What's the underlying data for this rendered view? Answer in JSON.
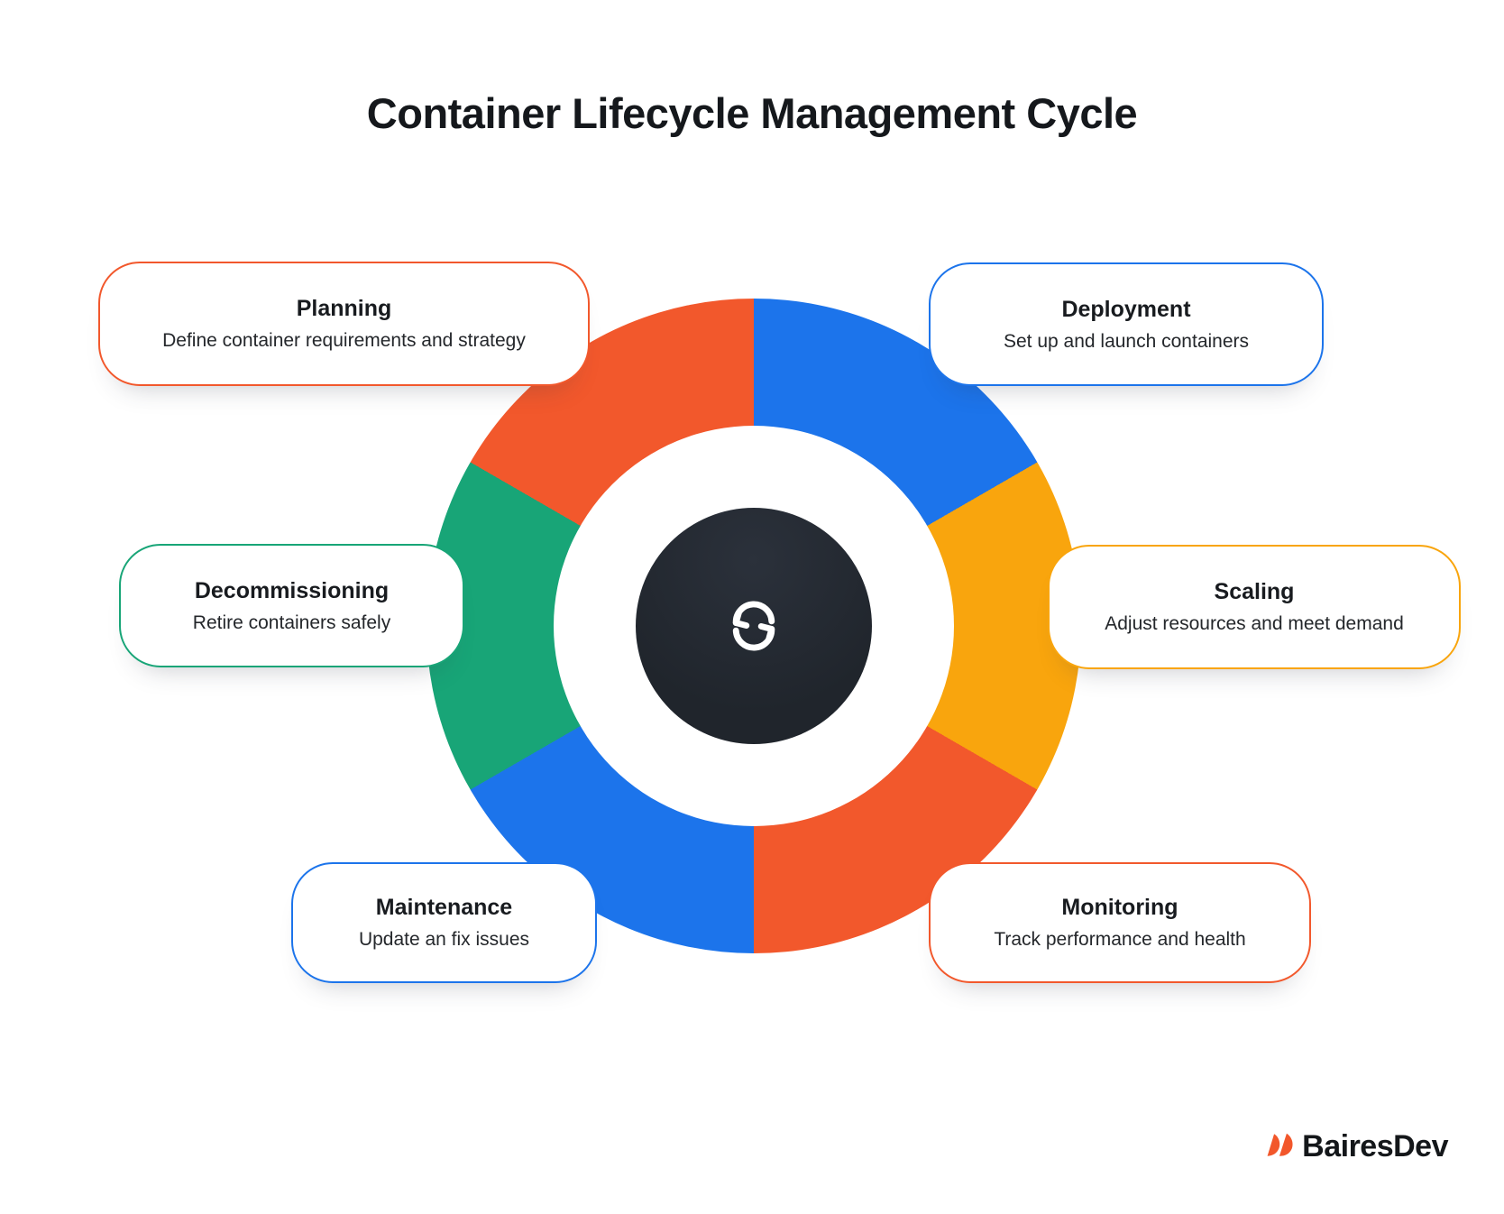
{
  "page": {
    "title": "Container Lifecycle Management Cycle",
    "background": "#FFFFFF"
  },
  "cycle": {
    "type": "circular-cycle",
    "hub_color": "#232830",
    "hub_icon": "sync-arrows-icon",
    "segments": [
      {
        "stage": "Deployment",
        "color": "#1C74EB",
        "start_deg": 0,
        "end_deg": 60
      },
      {
        "stage": "Scaling",
        "color": "#F9A50D",
        "start_deg": 60,
        "end_deg": 120
      },
      {
        "stage": "Monitoring",
        "color": "#F2582C",
        "start_deg": 120,
        "end_deg": 180
      },
      {
        "stage": "Maintenance",
        "color": "#1C74EB",
        "start_deg": 180,
        "end_deg": 240
      },
      {
        "stage": "Decommissioning",
        "color": "#18A577",
        "start_deg": 240,
        "end_deg": 300
      },
      {
        "stage": "Planning",
        "color": "#F2582C",
        "start_deg": 300,
        "end_deg": 360
      }
    ]
  },
  "cards": [
    {
      "id": "planning",
      "title": "Planning",
      "description": "Define container requirements and strategy",
      "accent_color": "#F2582C"
    },
    {
      "id": "deployment",
      "title": "Deployment",
      "description": "Set up and launch containers",
      "accent_color": "#1C74EB"
    },
    {
      "id": "decommissioning",
      "title": "Decommissioning",
      "description": "Retire containers safely",
      "accent_color": "#18A577"
    },
    {
      "id": "scaling",
      "title": "Scaling",
      "description": "Adjust resources and meet demand",
      "accent_color": "#F9A50D"
    },
    {
      "id": "maintenance",
      "title": "Maintenance",
      "description": "Update an fix issues",
      "accent_color": "#1C74EB"
    },
    {
      "id": "monitoring",
      "title": "Monitoring",
      "description": "Track performance and health",
      "accent_color": "#F2582C"
    }
  ],
  "footer": {
    "brand": "BairesDev",
    "brand_color": "#F2572B",
    "logo_icon": "bairesdev-petals-icon"
  }
}
